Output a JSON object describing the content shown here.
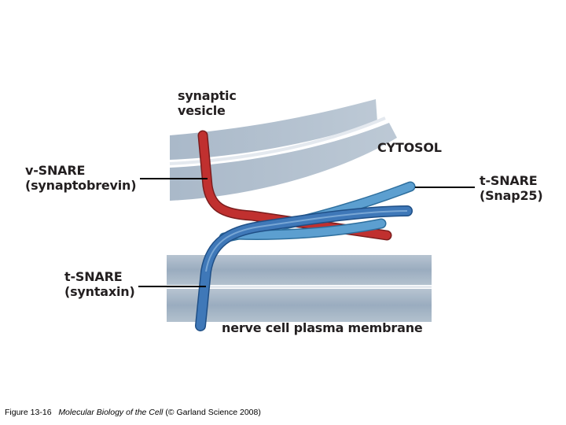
{
  "labels": {
    "synaptic_vesicle": [
      "synaptic",
      "vesicle"
    ],
    "cytosol": "CYTOSOL",
    "v_snare": [
      "v-SNARE",
      "(synaptobrevin)"
    ],
    "t_snare_snap25": [
      "t-SNARE",
      "(Snap25)"
    ],
    "t_snare_syntaxin": [
      "t-SNARE",
      "(syntaxin)"
    ],
    "plasma_membrane": "nerve cell plasma membrane"
  },
  "caption": {
    "figure": "Figure 13-16",
    "book_title": "Molecular Biology of the Cell",
    "credit": "(© Garland Science 2008)"
  },
  "colors": {
    "membrane": "#9fb0c2",
    "membrane_line": "#d7dee6",
    "v_snare_red": "#c0302f",
    "syntaxin_blue": "#3f78b8",
    "snap25_blue": "#5c9fd0",
    "leader_line": "#000000"
  }
}
